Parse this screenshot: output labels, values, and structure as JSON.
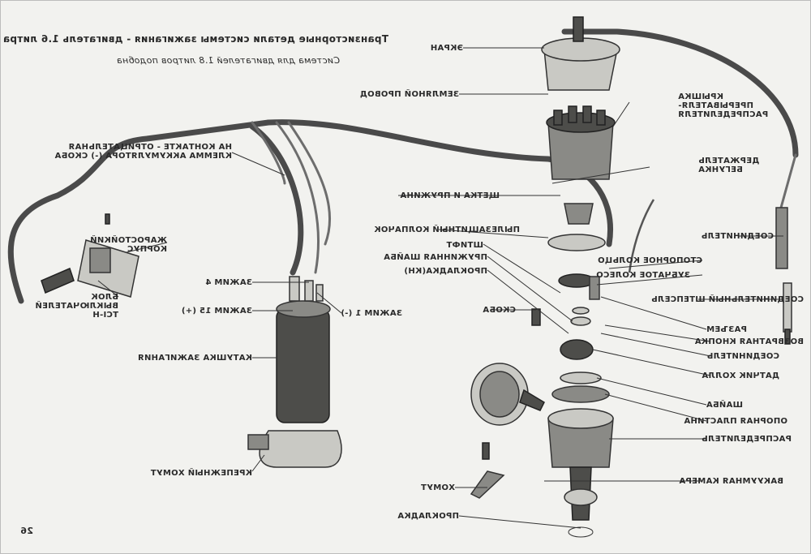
{
  "header": {
    "title": "Транзисторные детали системы зажигания - двигатель 1.6 литра",
    "subtitle": "Система для двигателей 1.8 литров подобна"
  },
  "labels": {
    "ekran": "ЭКРАН",
    "ground_wire": "ЗЕМЛЯНОЙ ПРОВОД",
    "cap": "КРЫШКА ПРЕРЫВАТЕЛЯ- РАСПРЕДЕЛИТЕЛЯ",
    "rotor_holder": "ДЕРЖАТЕЛЬ БЕГУНКА",
    "battery_terminal": "НА КОНТАКТЕ - ОТРИЦАТЕЛЬНАЯ КЛЕММА АККУМУЛЯТОРА (-) СКОБА",
    "brush_spring": "ЩЕТКА И ПРУЖИНА",
    "dust_cap": "ПЫЛЕЗАЩИТНЫЙ КОЛПАЧОК",
    "connector": "СОЕДИНИТЕЛЬ",
    "heat_sink": "ЖАРОСТОЙКИЙ КОРПУС",
    "pin": "ШТИФТ",
    "spring_washer": "ПРУЖИННАЯ ШАЙБА",
    "gasket_kn": "ПРОКЛАДКА(КН)",
    "retaining_ring": "СТОПОРНОЕ КОЛЬЦО",
    "gear": "ЗУБЧАТОЕ КОЛЕСО",
    "spark_plug_connector": "СОЕДИНИТЕЛЬНЫЙ ШТЕПСЕЛЬ",
    "term4": "ЗАЖИМ 4",
    "term15": "ЗАЖИМ 15 (+)",
    "term1": "ЗАЖИМ 1 (-)",
    "control_unit": "БЛОК ВЫКЛЮЧАТЕЛЕЙ TCI-H",
    "bracket": "СКОБА",
    "socket": "РАЗЪЕМ",
    "return_button": "ВОЗВРАТНАЯ КНОПКА",
    "connector2": "СОЕДИНИТЕЛЬ",
    "coil": "КАТУШКА ЗАЖИГАНИЯ",
    "hall_sensor": "ДАТЧИК ХОЛЛА",
    "washer": "ШАЙБА",
    "base_plate": "ОПОРНАЯ ПЛАСТИНА",
    "distributor": "РАСПРЕДЕЛИТЕЛЬ",
    "mount_clamp": "КРЕПЕЖНЫЙ ХОМУТ",
    "vacuum": "ВАКУУМНАЯ КАМЕРА",
    "clamp": "ХОМУТ",
    "gasket": "ПРОКЛАДКА"
  },
  "page_number": "26",
  "colors": {
    "paper": "#f2f2ef",
    "ink": "#2a2a2a",
    "wire": "#4a4a4a"
  }
}
